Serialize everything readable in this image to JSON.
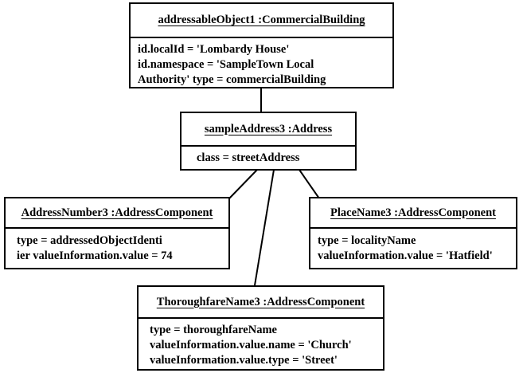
{
  "diagram": {
    "title": "UML object diagram of an addressable object and its address components",
    "background_color": "#ffffff",
    "line_color": "#000000",
    "nodes": [
      {
        "id": "addressableObject1",
        "header": "addressableObject1 :CommercialBuilding",
        "attributes": [
          "id.localId = 'Lombardy House'",
          "id.namespace = 'SampleTown Local",
          "Authority' type = commercialBuilding"
        ]
      },
      {
        "id": "sampleAddress3",
        "header": "sampleAddress3 :Address",
        "attributes": [
          "class = streetAddress"
        ]
      },
      {
        "id": "AddressNumber3",
        "header": "AddressNumber3 :AddressComponent",
        "attributes": [
          "type = addressedObjectIdenti",
          "ier valueInformation.value = 74"
        ]
      },
      {
        "id": "PlaceName3",
        "header": "PlaceName3 :AddressComponent",
        "attributes": [
          "type = localityName",
          "valueInformation.value = 'Hatfield'"
        ]
      },
      {
        "id": "ThoroughfareName3",
        "header": "ThoroughfareName3 :AddressComponent",
        "attributes": [
          "type = thoroughfareName",
          "valueInformation.value.name = 'Church'",
          "valueInformation.value.type = 'Street'"
        ]
      }
    ],
    "links": [
      {
        "from": "addressableObject1",
        "to": "sampleAddress3"
      },
      {
        "from": "sampleAddress3",
        "to": "AddressNumber3"
      },
      {
        "from": "sampleAddress3",
        "to": "ThoroughfareName3"
      },
      {
        "from": "sampleAddress3",
        "to": "PlaceName3"
      }
    ]
  }
}
